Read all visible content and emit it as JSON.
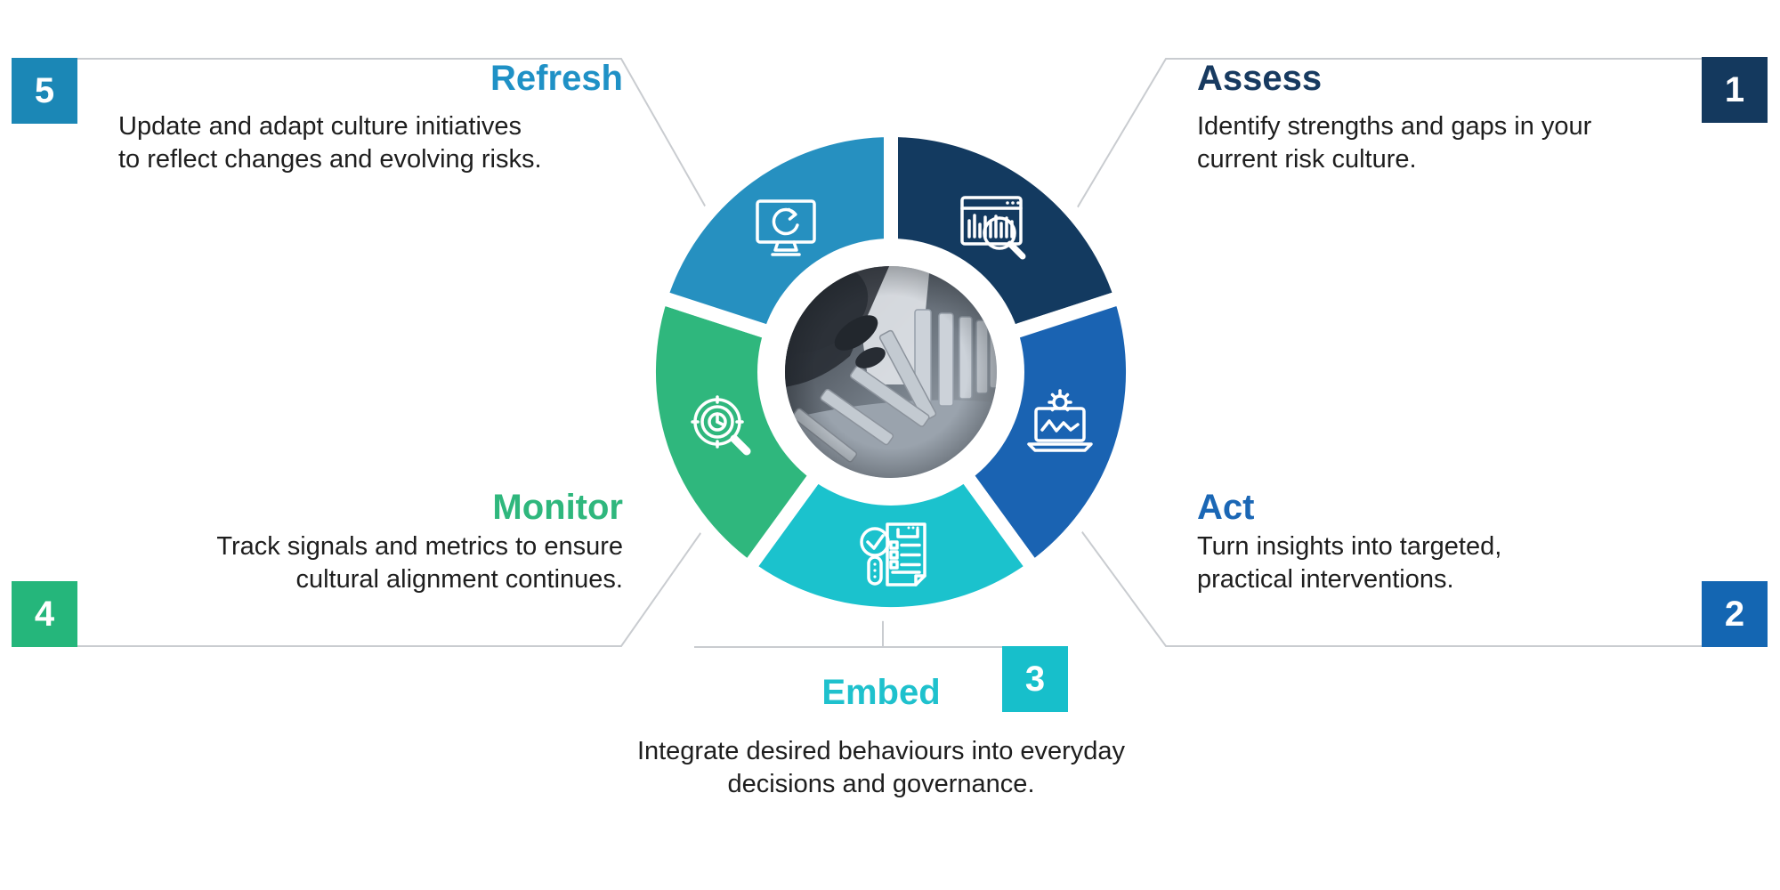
{
  "canvas": {
    "background": "#ffffff",
    "connector_color": "#c9ccd0",
    "body_text_color": "#1e1e1e"
  },
  "wheel": {
    "divider_color": "#ffffff",
    "center_image": "dominoes-photo",
    "center_image_description": "hand stopping a row of falling dominoes"
  },
  "steps": [
    {
      "number": "1",
      "title": "Assess",
      "position": "top-right",
      "segment_color": "#133A60",
      "badge_color": "#14395E",
      "title_color": "#173A60",
      "icon": "assess-browser-analytics-magnifier-icon",
      "desc_lines": [
        "Identify strengths and gaps in your",
        "current risk culture."
      ]
    },
    {
      "number": "2",
      "title": "Act",
      "position": "right",
      "segment_color": "#1A63B2",
      "badge_color": "#1466B2",
      "title_color": "#1B67B5",
      "icon": "act-laptop-gear-wave-icon",
      "desc_lines": [
        "Turn insights into targeted,",
        "practical interventions."
      ]
    },
    {
      "number": "3",
      "title": "Embed",
      "position": "bottom",
      "segment_color": "#1BC2CD",
      "badge_color": "#17BFCB",
      "title_color": "#1FC1CD",
      "icon": "embed-checklist-document-magnifier-icon",
      "desc_lines": [
        "Integrate desired behaviours into everyday",
        "decisions and governance."
      ]
    },
    {
      "number": "4",
      "title": "Monitor",
      "position": "left",
      "segment_color": "#2FB77D",
      "badge_color": "#25B67B",
      "title_color": "#2FB77D",
      "icon": "monitor-target-pie-magnifier-icon",
      "desc_lines": [
        "Track signals and metrics to ensure",
        "cultural alignment continues."
      ]
    },
    {
      "number": "5",
      "title": "Refresh",
      "position": "top-left",
      "segment_color": "#2690C0",
      "badge_color": "#1B87B6",
      "title_color": "#1F91C6",
      "icon": "refresh-monitor-arrow-icon",
      "desc_lines": [
        "Update and adapt culture initiatives",
        "to reflect changes and evolving risks."
      ]
    }
  ]
}
